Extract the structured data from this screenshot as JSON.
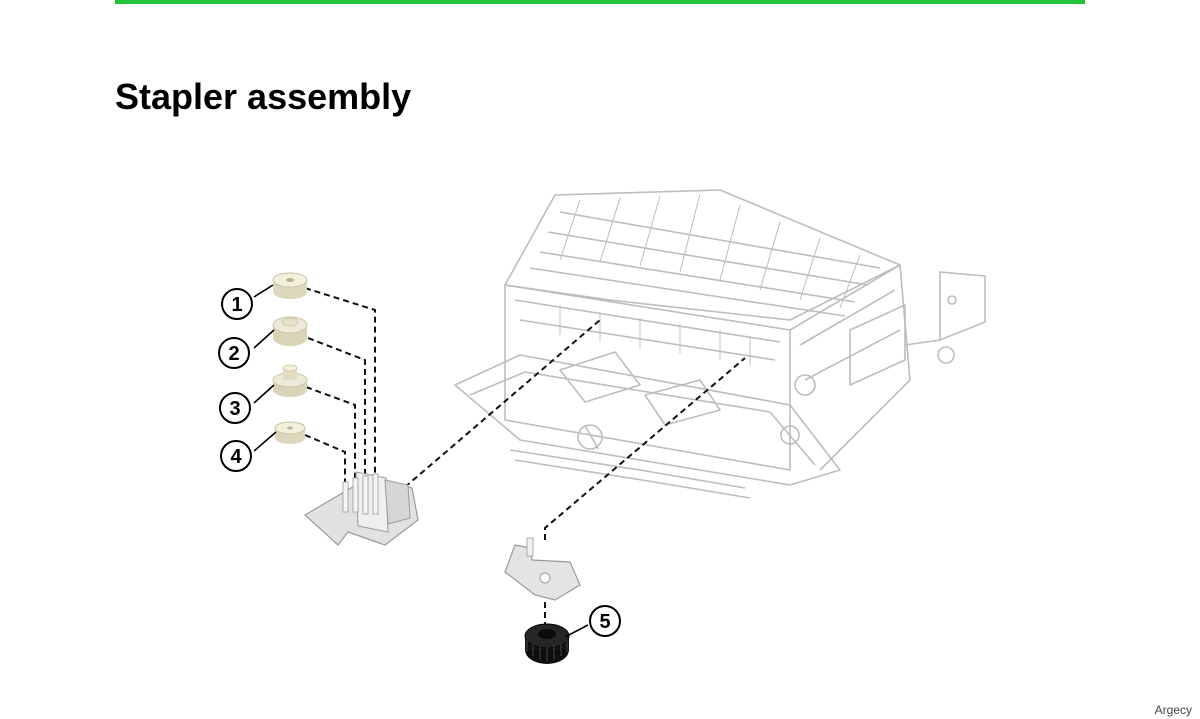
{
  "page": {
    "title": "Stapler assembly",
    "watermark": "Argecy"
  },
  "colors": {
    "accent_rule": "#22c43b",
    "line_art": "#bdbdbd",
    "gear_light": "#ece8d2",
    "gear_dark": "#151515"
  },
  "callouts": [
    {
      "number": "1",
      "part": "light-gear"
    },
    {
      "number": "2",
      "part": "light-gear"
    },
    {
      "number": "3",
      "part": "light-gear"
    },
    {
      "number": "4",
      "part": "light-gear"
    },
    {
      "number": "5",
      "part": "dark-gear"
    }
  ]
}
